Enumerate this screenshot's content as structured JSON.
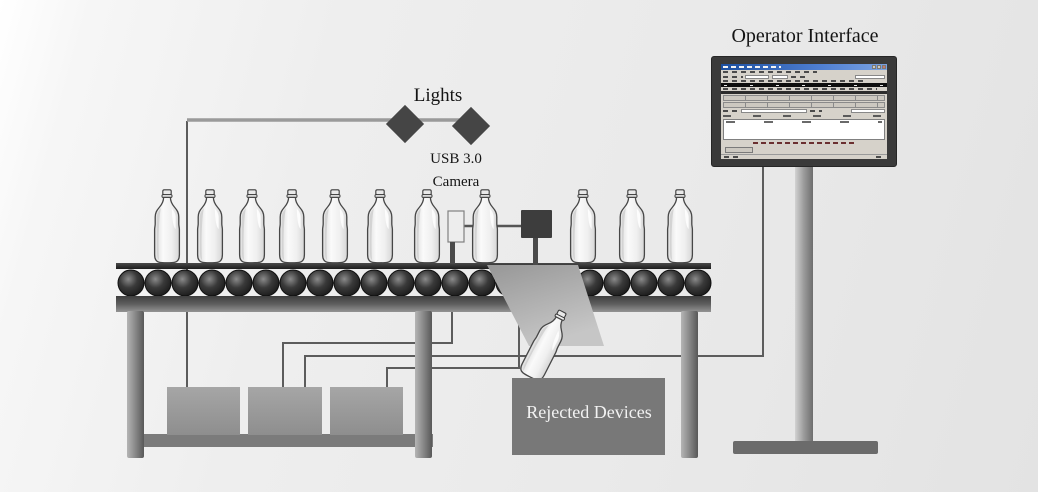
{
  "labels": {
    "lights": "Lights",
    "camera_line1": "USB 3.0",
    "camera_line2": "Camera",
    "operator_interface": "Operator Interface",
    "rejected_devices": "Rejected Devices"
  },
  "components": {
    "bottles_on_conveyor": 11,
    "falling_rejected_bottles": 1,
    "lights_count": 2,
    "controller_boxes": 3,
    "conveyor_rollers": 22,
    "icons": [
      "light-diamond-icon",
      "usb-camera-icon",
      "reject-sensor-icon",
      "bottle-icon",
      "chute-icon",
      "monitor-icon"
    ]
  },
  "colors": {
    "background_start": "#ffffff",
    "background_end": "#e3e3e3",
    "wire": "#5c5c5c",
    "lights_bar": "#9a9a9a",
    "dark_component": "#3f3f3f",
    "rejected_bin": "#787878",
    "controller_box": "#9c9c9c",
    "monitor_frame": "#3a3a3a",
    "screen_titlebar_blue": "#1c4fa0",
    "label_text": "#141414",
    "bin_label_text": "#f2f2f2"
  }
}
